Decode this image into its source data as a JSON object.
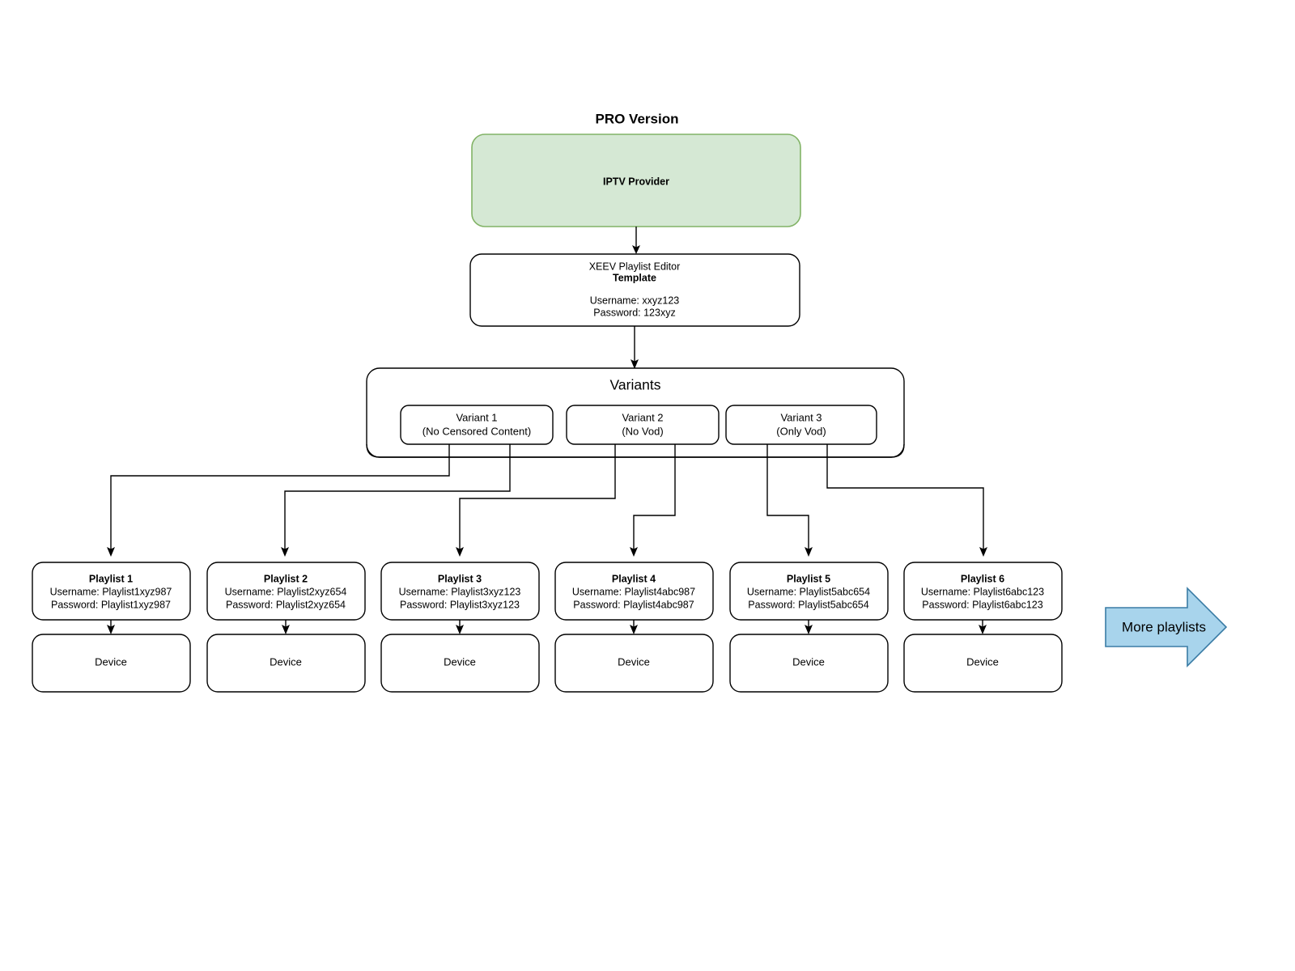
{
  "title": "PRO Version",
  "provider": {
    "label": "IPTV Provider"
  },
  "template": {
    "line1": "XEEV Playlist Editor",
    "line2": "Template",
    "username": "Username: xxyz123",
    "password": "Password: 123xyz"
  },
  "variants_container": {
    "label": "Variants"
  },
  "variants": [
    {
      "name": "Variant 1",
      "desc": "(No Censored Content)"
    },
    {
      "name": "Variant 2",
      "desc": "(No Vod)"
    },
    {
      "name": "Variant 3",
      "desc": "(Only Vod)"
    }
  ],
  "playlists": [
    {
      "name": "Playlist 1",
      "username": "Username: Playlist1xyz987",
      "password": "Password: Playlist1xyz987",
      "device": "Device"
    },
    {
      "name": "Playlist 2",
      "username": "Username: Playlist2xyz654",
      "password": "Password: Playlist2xyz654",
      "device": "Device"
    },
    {
      "name": "Playlist 3",
      "username": "Username: Playlist3xyz123",
      "password": "Password: Playlist3xyz123",
      "device": "Device"
    },
    {
      "name": "Playlist 4",
      "username": "Username: Playlist4abc987",
      "password": "Password: Playlist4abc987",
      "device": "Device"
    },
    {
      "name": "Playlist 5",
      "username": "Username: Playlist5abc654",
      "password": "Password: Playlist5abc654",
      "device": "Device"
    },
    {
      "name": "Playlist 6",
      "username": "Username: Playlist6abc123",
      "password": "Password: Playlist6abc123",
      "device": "Device"
    }
  ],
  "more_arrow": {
    "label": "More playlists"
  },
  "colors": {
    "provider_fill": "#d5e8d4",
    "provider_stroke": "#82b366",
    "arrow_fill": "#a8d4ec",
    "arrow_stroke": "#3a7ca5",
    "node_stroke": "#000000",
    "node_fill": "#ffffff"
  }
}
